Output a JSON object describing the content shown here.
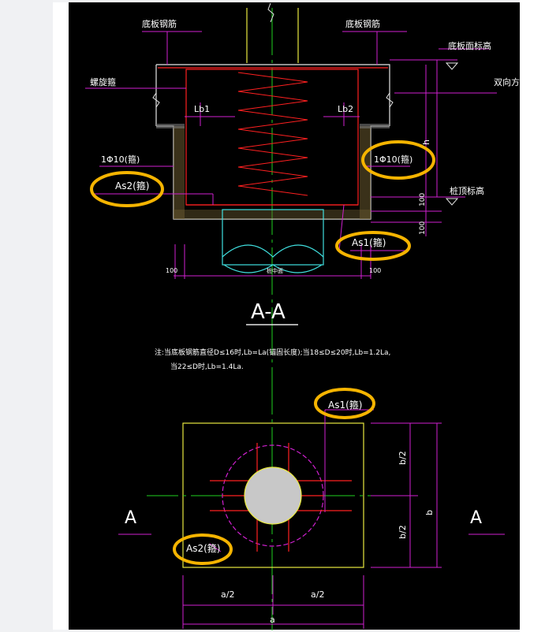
{
  "section_title": "A-A",
  "labels": {
    "bottom_bar_left": "底板钢筋",
    "bottom_bar_right": "底板钢筋",
    "slab_top_elev": "底板面标高",
    "two_way": "双向方",
    "spiral": "螺旋箍",
    "lb1": "Lb1",
    "lb2": "Lb2",
    "h": "h",
    "stirrup_left": "1Φ10(箍)",
    "stirrup_right": "1Φ10(箍)",
    "as2_top": "As2(箍)",
    "pile_top_elev": "桩顶标高",
    "dim_100_a": "100",
    "dim_100_b": "100",
    "as1_top": "As1(箍)",
    "dim_100_left": "100",
    "dim_100_right": "100",
    "pile_note": "桩中面",
    "note_line1": "注:当底板钢筋直径D≤16时,Lb=La(锚固长度);当18≤D≤20时,Lb=1.2La,",
    "note_line2": "当22≤D时,Lb=1.4La.",
    "as1_plan": "As1(箍)",
    "as2_plan": "As2(箍)",
    "b_half_top": "b/2",
    "b_half_bottom": "b/2",
    "b_full": "b",
    "a_half_left": "a/2",
    "a_half_right": "a/2",
    "a_full": "a",
    "sec_mark_left": "A",
    "sec_mark_right": "A"
  },
  "colors": {
    "background": "#000000",
    "highlight": "#f5b400",
    "pile_fill": "#c8c8c8",
    "magenta": "#d020d0",
    "red": "#ff2020",
    "yellow": "#e8e840",
    "green": "#20d020",
    "cyan": "#40e0e0"
  }
}
